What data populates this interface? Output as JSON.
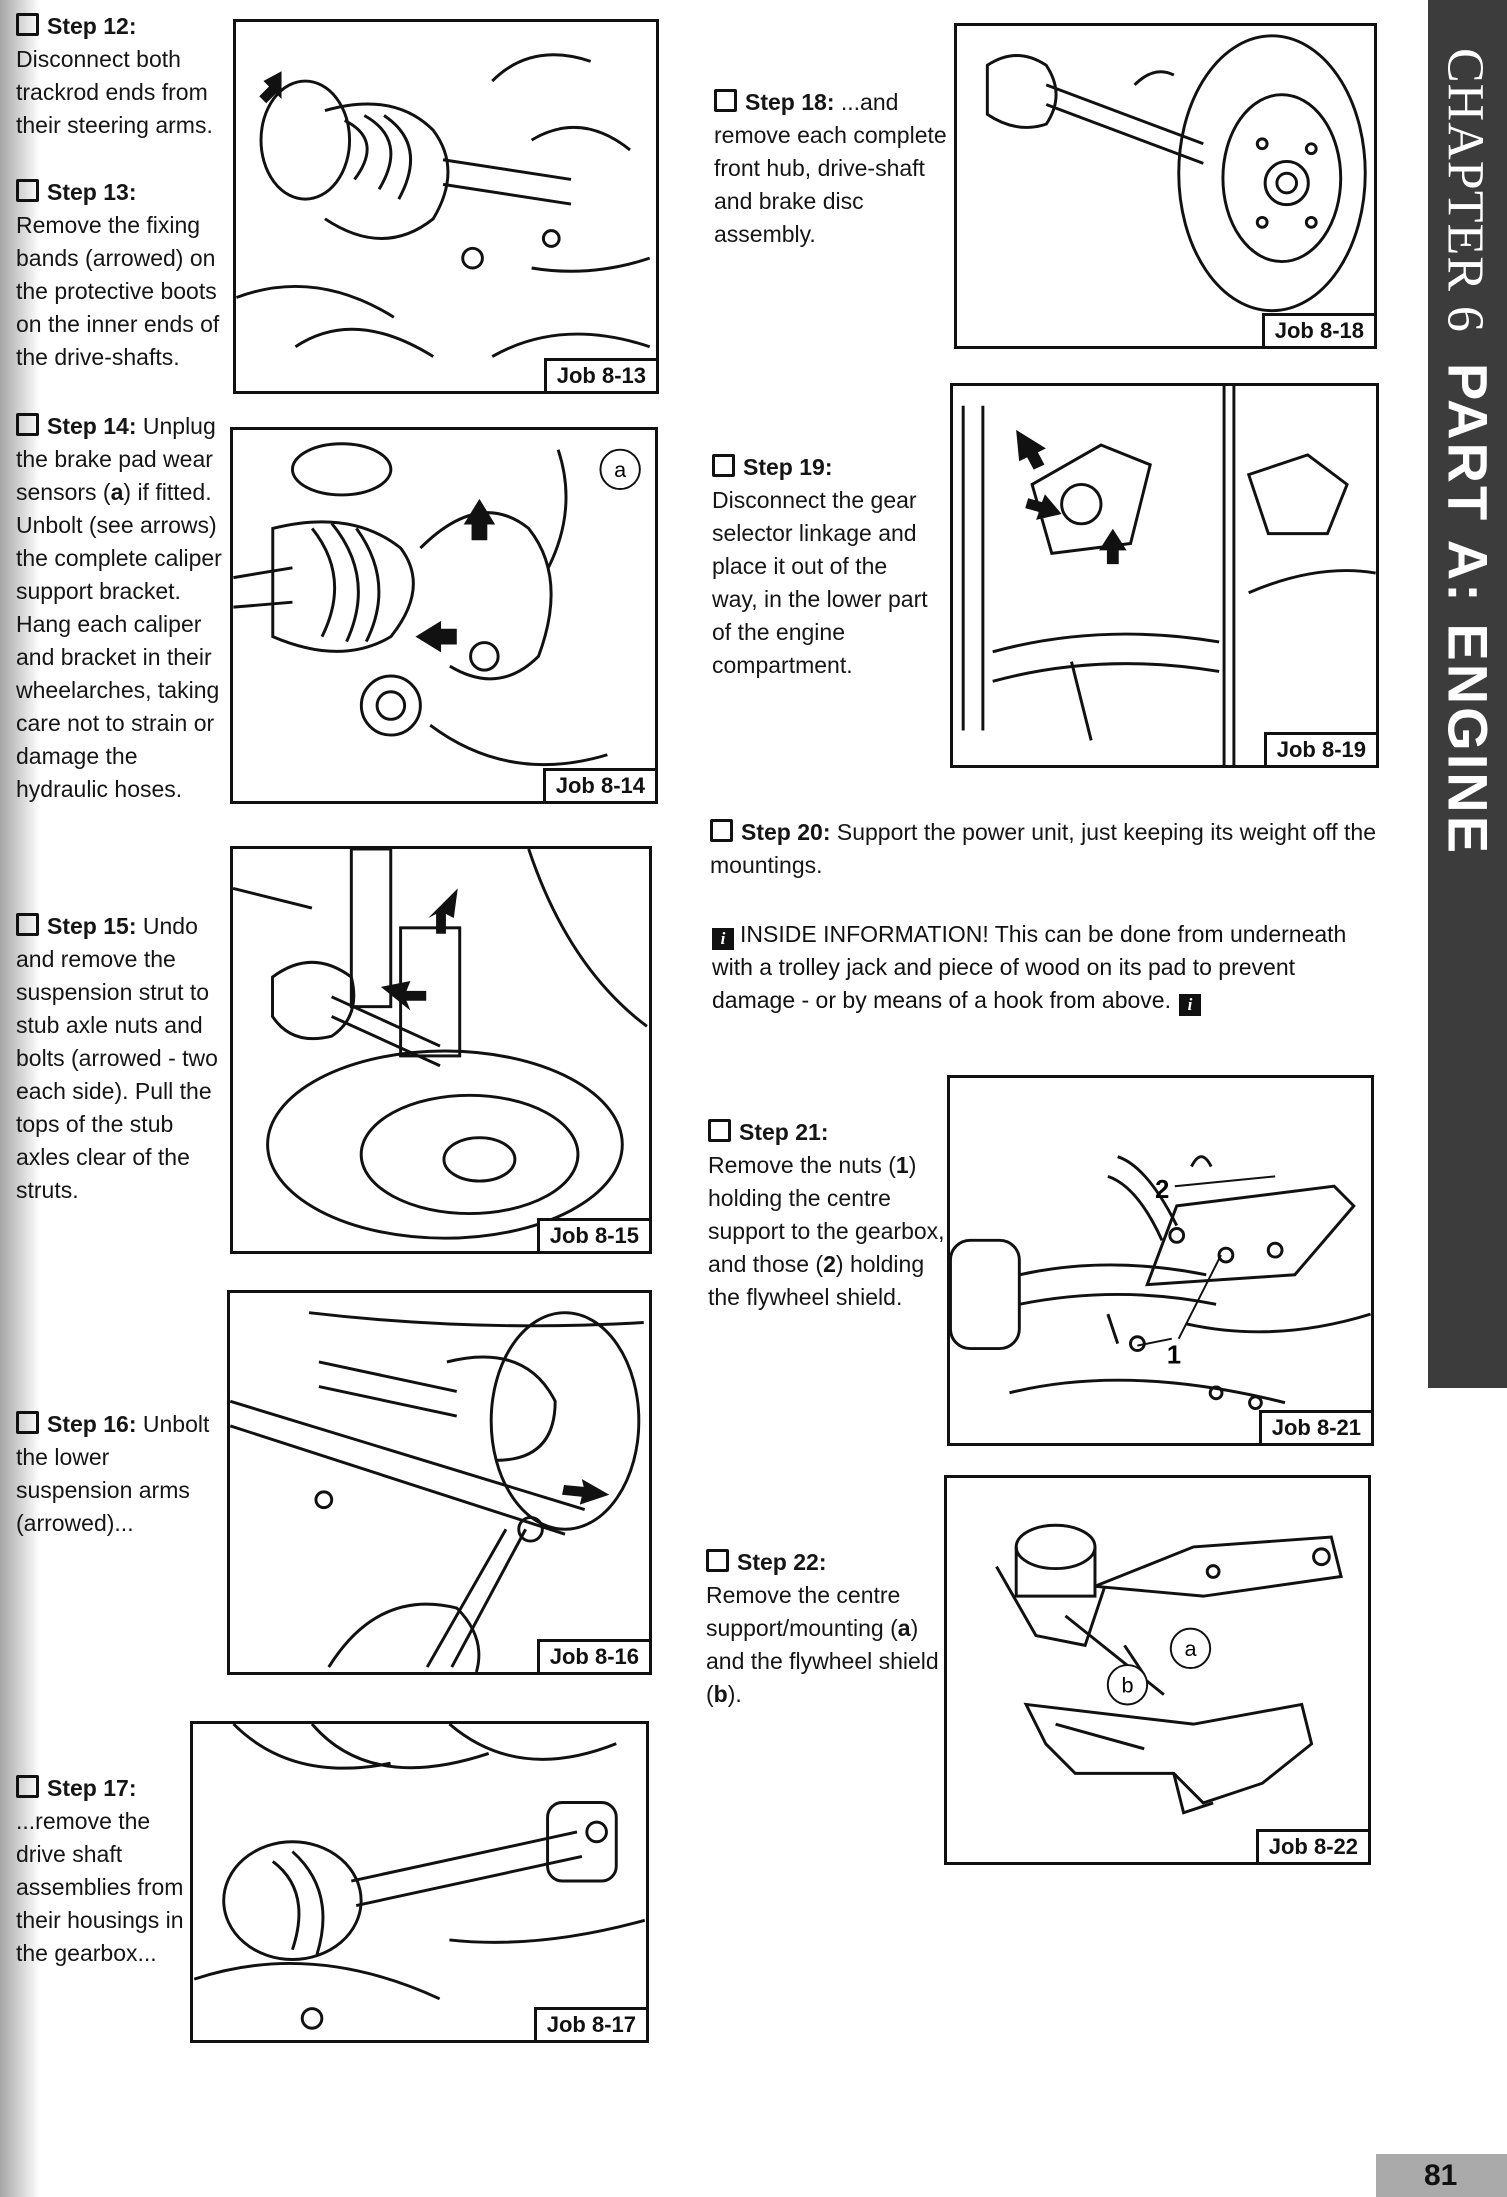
{
  "sidebar": {
    "chapter": "CHAPTER 6",
    "part": "PART A: ENGINE"
  },
  "steps": {
    "s12": {
      "head": "Step 12:",
      "text": "Disconnect both trackrod ends from their steering arms."
    },
    "s13": {
      "head": "Step 13:",
      "text": "Remove the fixing bands (arrowed) on the protective boots on the inner ends of the drive-shafts."
    },
    "s14": {
      "head": "Step 14:",
      "text_a": "Unplug the brake pad wear sensors (",
      "bold": "a",
      "text_b": ") if fitted. Unbolt (see arrows) the complete caliper support bracket. Hang each caliper and bracket in their wheelarches, taking care not to strain or damage the hydraulic hoses."
    },
    "s15": {
      "head": "Step 15:",
      "text": "Undo and remove the suspension strut to stub axle nuts and bolts (arrowed - two each side). Pull the tops of the stub axles clear of the struts."
    },
    "s16": {
      "head": "Step 16:",
      "text": "Unbolt the lower suspension arms (arrowed)..."
    },
    "s17": {
      "head": "Step 17:",
      "text": "...remove the drive shaft assemblies from their housings in the gearbox..."
    },
    "s18": {
      "head": "Step 18:",
      "text": "...and remove each complete front hub, drive-shaft and brake disc assembly."
    },
    "s19": {
      "head": "Step 19:",
      "text": "Disconnect the gear selector linkage and place it out of the way, in the lower part of the engine compartment."
    },
    "s20": {
      "head": "Step 20:",
      "text": "Support the power unit, just keeping its weight off the mountings."
    },
    "s21": {
      "head": "Step 21:",
      "t1": "Remove the nuts (",
      "b1": "1",
      "t2": ") holding the centre support to the gearbox, and those (",
      "b2": "2",
      "t3": ") holding the flywheel shield."
    },
    "s22": {
      "head": "Step 22:",
      "t1": "Remove the centre support/mounting (",
      "b1": "a",
      "t2": ") and the flywheel shield (",
      "b2": "b",
      "t3": ")."
    }
  },
  "inside_info": {
    "icon": "i",
    "text": "INSIDE INFORMATION! This can be done from underneath with a trolley jack and piece of wood on its pad to prevent damage - or by means of a hook from above."
  },
  "figures": {
    "j13": {
      "caption": "Job 8-13"
    },
    "j14": {
      "caption": "Job 8-14",
      "label_a": "a"
    },
    "j15": {
      "caption": "Job 8-15"
    },
    "j16": {
      "caption": "Job 8-16"
    },
    "j17": {
      "caption": "Job 8-17"
    },
    "j18": {
      "caption": "Job 8-18"
    },
    "j19": {
      "caption": "Job 8-19"
    },
    "j21": {
      "caption": "Job 8-21",
      "label_1": "1",
      "label_2": "2"
    },
    "j22": {
      "caption": "Job 8-22",
      "label_a": "a",
      "label_b": "b"
    }
  },
  "page_number": "81"
}
